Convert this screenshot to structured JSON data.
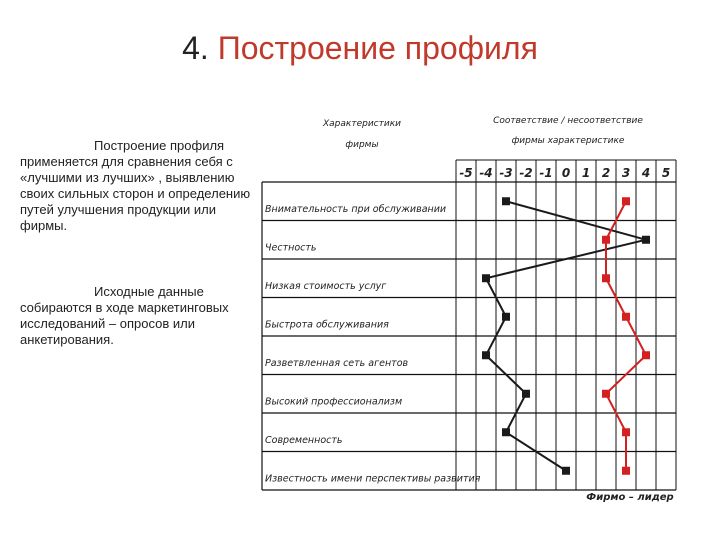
{
  "slide": {
    "number": "4.",
    "title": "Построение профиля"
  },
  "body": {
    "paragraph1": "Построение профиля применяется для сравнения себя с «лучшими из лучших» , выявлению своих сильных сторон и определению путей улучшения продукции или фирмы.",
    "paragraph2": "Исходные данные собираются в ходе маркетинговых исследований – опросов или анкетирования."
  },
  "colors": {
    "firm": "#1a1a1a",
    "leader": "#d42020",
    "grid": "#111111"
  },
  "chart_data": {
    "type": "line",
    "header_left": [
      "Характеристики",
      "фирмы"
    ],
    "header_right": [
      "Соответствие / несоответствие",
      "фирмы характеристике"
    ],
    "scale": [
      "-5",
      "-4",
      "-3",
      "-2",
      "-1",
      "0",
      "1",
      "2",
      "3",
      "4",
      "5"
    ],
    "xlim": [
      -5,
      5
    ],
    "categories": [
      "Внимательность при обслуживании",
      "Честность",
      "Низкая стоимость услуг",
      "Быстрота обслуживания",
      "Разветвленная сеть агентов",
      "Высокий профессионализм",
      "Современность",
      "Известность имени перспективы развития"
    ],
    "series": [
      {
        "name": "",
        "values": [
          -3,
          4,
          -4,
          -3,
          -4,
          -2,
          -3,
          0
        ]
      },
      {
        "name": "",
        "values": [
          3,
          2,
          2,
          3,
          4,
          2,
          3,
          3
        ]
      }
    ],
    "legend": "Фирмо – лидер"
  }
}
